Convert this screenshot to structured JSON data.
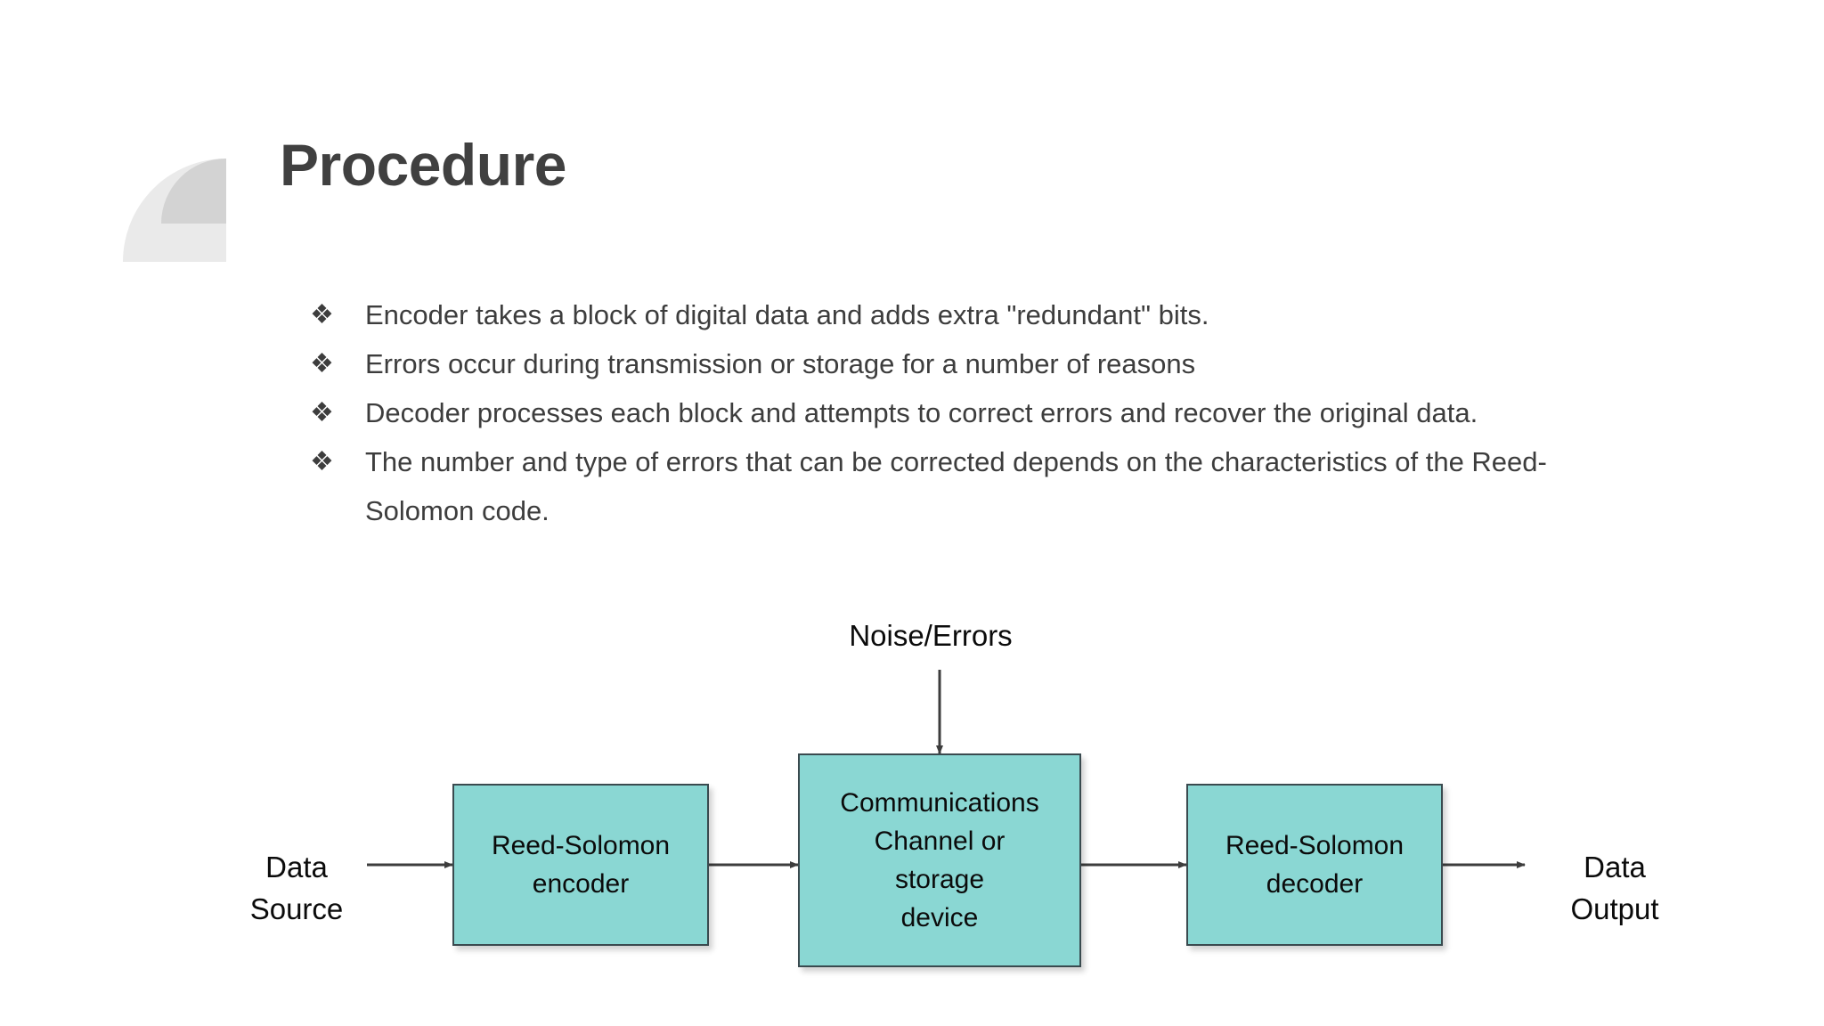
{
  "slide": {
    "title": "Procedure",
    "background_color": "#ffffff",
    "title_color": "#404040",
    "decoration": {
      "name": "quarter-circle-decoration",
      "light_color": "#eaeaea",
      "dark_color": "#d3d3d3"
    }
  },
  "bullets": {
    "marker": "❖",
    "items": [
      "Encoder takes a block of digital data and adds extra \"redundant\" bits.",
      "Errors occur during transmission or storage for a number of reasons",
      "Decoder processes each block and attempts to correct errors and recover the original data.",
      "The number and type of errors that can be corrected depends on the characteristics of the Reed-Solomon code."
    ]
  },
  "diagram": {
    "type": "block-flow",
    "accent_color": "#8ad7d3",
    "border_color": "#3a4a4f",
    "arrow_color": "#3d3d3d",
    "labels": {
      "noise": "Noise/Errors",
      "data_source": "Data\nSource",
      "data_source_line1": "Data",
      "data_source_line2": "Source",
      "data_output_line1": "Data",
      "data_output_line2": "Output"
    },
    "blocks": [
      {
        "id": "encoder",
        "line1": "Reed-Solomon",
        "line2": "encoder"
      },
      {
        "id": "channel",
        "line1": "Communications",
        "line2": "Channel or",
        "line3": "storage",
        "line4": "device"
      },
      {
        "id": "decoder",
        "line1": "Reed-Solomon",
        "line2": "decoder"
      }
    ],
    "flow": [
      "Data Source",
      "Reed-Solomon encoder",
      "Communications Channel or storage device",
      "Reed-Solomon decoder",
      "Data Output"
    ]
  }
}
